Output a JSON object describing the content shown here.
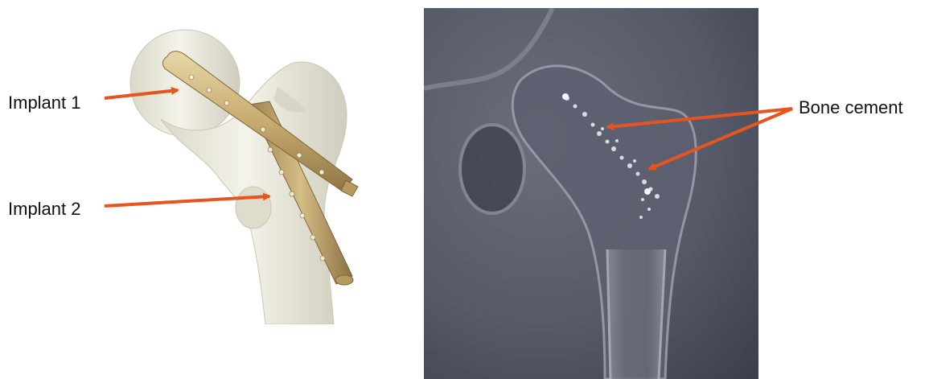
{
  "labels": {
    "implant_1": "Implant 1",
    "implant_2": "Implant 2",
    "bone_cement": "Bone cement"
  },
  "colors": {
    "arrow": "#e8541d",
    "bone": "#e9e8dc",
    "implant": "#c9b07a",
    "xray_background": "#4a4e5e"
  }
}
